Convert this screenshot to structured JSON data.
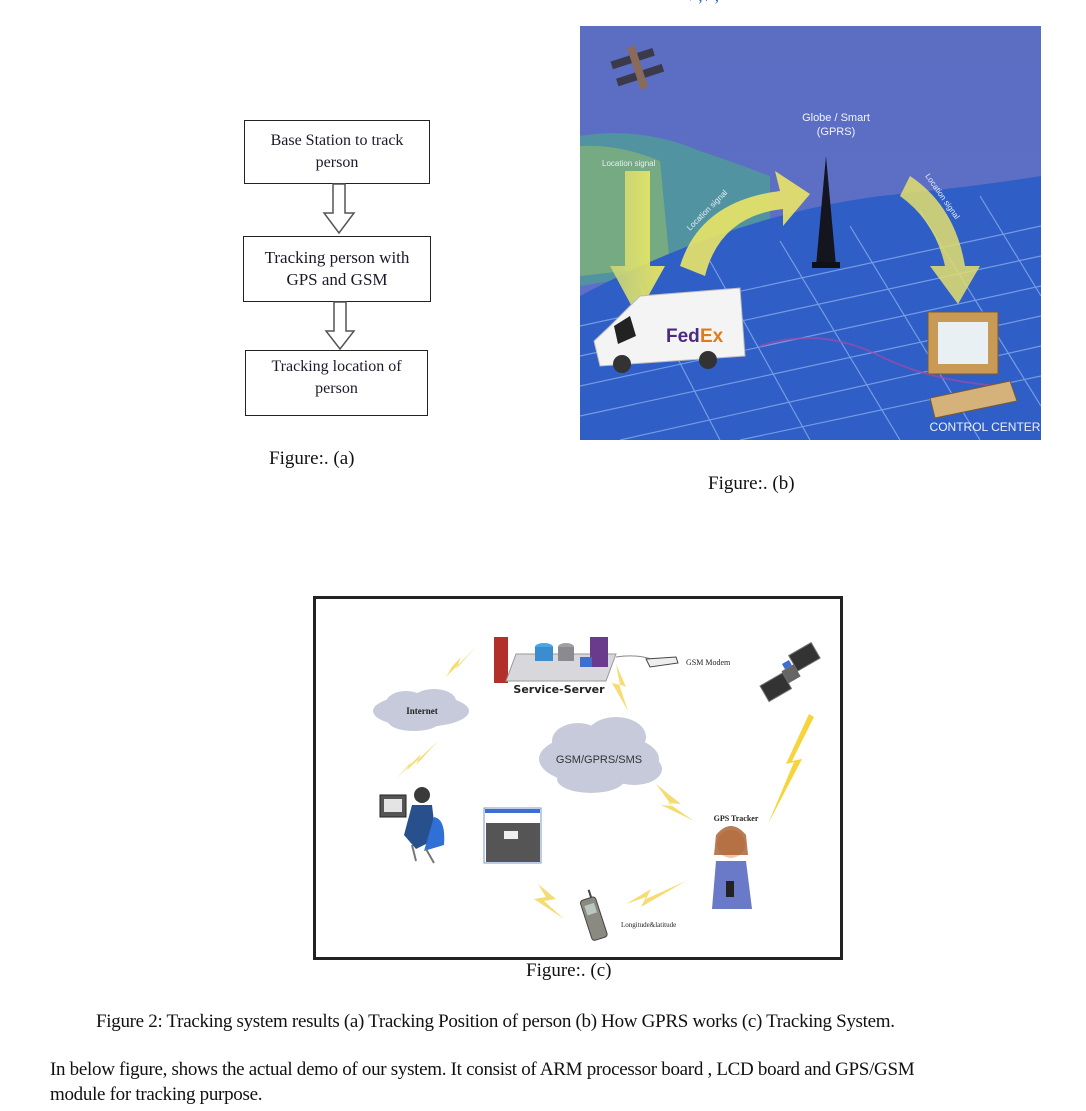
{
  "page": {
    "clipped_heading_fragment": "/ , / ,"
  },
  "figure_a": {
    "boxes": [
      {
        "line1": "Base Station to track",
        "line2": "person"
      },
      {
        "line1": "Tracking person with",
        "line2": "GPS and GSM"
      },
      {
        "line1": "Tracking location of",
        "line2": "person"
      }
    ],
    "caption": "Figure:. (a)"
  },
  "figure_b": {
    "tower_label_line1": "Globe / Smart",
    "tower_label_line2": "(GPRS)",
    "signal_label_left": "Location signal",
    "signal_label_mid": "Location signal",
    "signal_label_right": "Location signal",
    "truck_brand_fed": "Fed",
    "truck_brand_ex": "Ex",
    "control_center_label": "CONTROL CENTER",
    "caption": "Figure:. (b)",
    "colors": {
      "sky": "#5b6fc4",
      "map": "#2f5fc7",
      "arrow": "#e8e56a",
      "fed_purple": "#4b2a82",
      "ex_orange": "#e07a1f"
    }
  },
  "figure_c": {
    "service_server_label": "Service-Server",
    "gsm_modem_label": "GSM Modem",
    "internet_label": "Internet",
    "network_label": "GSM/GPRS/SMS",
    "gps_tracker_label": "GPS Tracker",
    "coordinates_label": "Longitude&latitude",
    "caption": "Figure:. (c)"
  },
  "main_caption": "Figure 2: Tracking system results (a) Tracking Position of person (b) How GPRS works (c) Tracking System.",
  "paragraph": {
    "line1": "In below figure, shows the actual demo of our system. It consist of ARM processor board , LCD board and GPS/GSM",
    "line2": "module for tracking purpose."
  }
}
